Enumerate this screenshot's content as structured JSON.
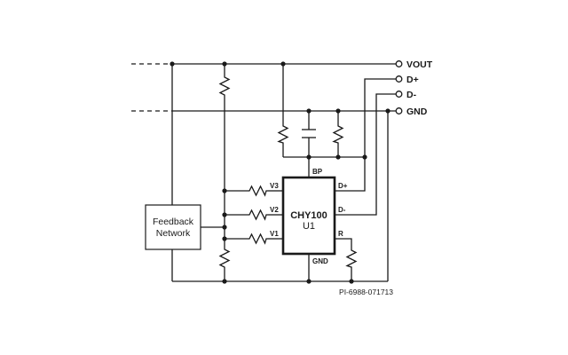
{
  "terminals": {
    "vout": "VOUT",
    "dplus": "D+",
    "dminus": "D-",
    "gnd": "GND"
  },
  "ic": {
    "part": "CHY100",
    "ref": "U1",
    "pins": {
      "bp": "BP",
      "v3": "V3",
      "v2": "V2",
      "v1": "V1",
      "dplus": "D+",
      "dminus": "D-",
      "r": "R",
      "gnd": "GND"
    }
  },
  "feedback": {
    "line1": "Feedback",
    "line2": "Network"
  },
  "figure_id": "PI-6988-071713"
}
